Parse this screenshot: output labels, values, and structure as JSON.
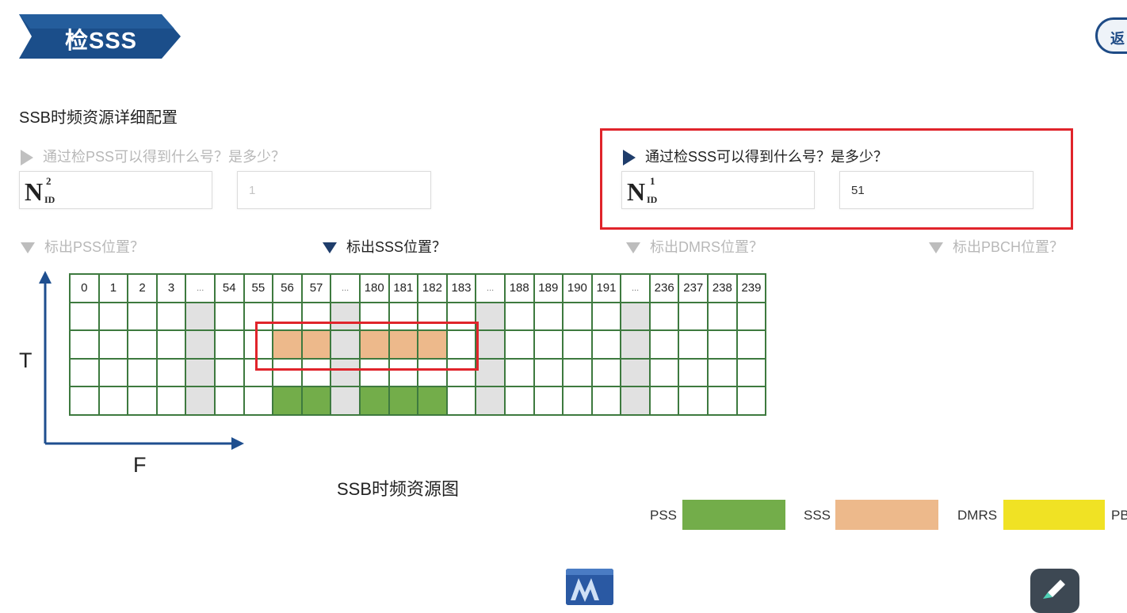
{
  "header": {
    "title": "检SSS",
    "back_label": "返"
  },
  "section_title": "SSB时频资源详细配置",
  "questions": {
    "pss_q": "通过检PSS可以得到什么号？是多少？",
    "sss_q": "通过检SSS可以得到什么号？是多少？",
    "pss_value": "1",
    "sss_value": "51",
    "nid2_sup": "2",
    "nid1_sup": "1",
    "nid_sub": "ID",
    "nid_letter": "N"
  },
  "markers": {
    "pss_pos": "标出PSS位置？",
    "sss_pos": "标出SSS位置？",
    "dmrs_pos": "标出DMRS位置？",
    "pbch_pos": "标出PBCH位置？"
  },
  "grid": {
    "headers": [
      "0",
      "1",
      "2",
      "3",
      "...",
      "54",
      "55",
      "56",
      "57",
      "...",
      "180",
      "181",
      "182",
      "183",
      "...",
      "188",
      "189",
      "190",
      "191",
      "...",
      "236",
      "237",
      "238",
      "239"
    ],
    "rows": 4,
    "gap_columns": [
      4,
      9,
      14,
      19
    ],
    "sss_row": 1,
    "sss_columns": [
      7,
      8,
      10,
      11,
      12
    ],
    "pss_row": 3,
    "pss_columns": [
      7,
      8,
      10,
      11,
      12
    ]
  },
  "axes": {
    "t": "T",
    "f": "F"
  },
  "caption": "SSB时频资源图",
  "legend": [
    {
      "label": "PSS",
      "color": "#73ad4a"
    },
    {
      "label": "SSS",
      "color": "#edb98b"
    },
    {
      "label": "DMRS",
      "color": "#f0e224"
    },
    {
      "label": "PB",
      "color": "#ffffff"
    }
  ],
  "colors": {
    "banner": "#1b4e8a",
    "highlight": "#e0242b",
    "grid_border": "#3e7a3f"
  }
}
